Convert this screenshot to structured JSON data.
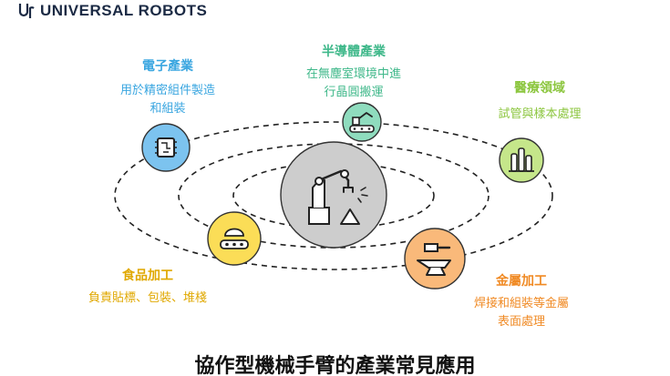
{
  "brand": {
    "name": "UNIVERSAL ROBOTS"
  },
  "center": {
    "icon": "robot-arm-icon"
  },
  "items": [
    {
      "id": "electronics",
      "title": "電子產業",
      "desc": [
        "用於精密組件製造",
        "和組裝"
      ],
      "color": "#3aa6e0",
      "fill": "#7cc3ef",
      "icon": "circuit-chip-icon"
    },
    {
      "id": "semiconductor",
      "title": "半導體產業",
      "desc": [
        "在無塵室環境中進",
        "行晶圓搬運"
      ],
      "color": "#3fb88a",
      "fill": "#8fdcbe",
      "icon": "conveyor-robot-icon"
    },
    {
      "id": "medical",
      "title": "醫療領域",
      "desc": [
        "試管與樣本處理"
      ],
      "color": "#8cc63f",
      "fill": "#c5e68a",
      "icon": "test-tubes-icon"
    },
    {
      "id": "food",
      "title": "食品加工",
      "desc": [
        "負責貼標、包裝、堆棧"
      ],
      "color": "#e0a800",
      "fill": "#fbdd57",
      "icon": "food-conveyor-icon"
    },
    {
      "id": "metal",
      "title": "金屬加工",
      "desc": [
        "焊接和組裝等金屬",
        "表面處理"
      ],
      "color": "#f08a24",
      "fill": "#f9b97a",
      "icon": "anvil-hammer-icon"
    }
  ],
  "footer": {
    "title": "協作型機械手臂的產業常見應用"
  }
}
